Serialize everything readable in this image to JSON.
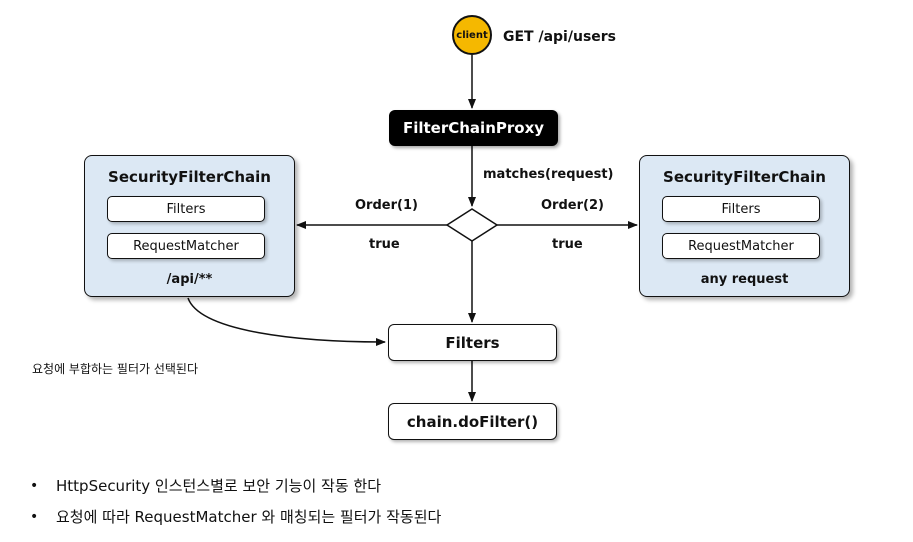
{
  "client": {
    "label": "client",
    "request": "GET /api/users"
  },
  "proxy": {
    "label": "FilterChainProxy"
  },
  "flow": {
    "matches": "matches(request)"
  },
  "left_branch": {
    "order": "Order(1)",
    "result": "true"
  },
  "right_branch": {
    "order": "Order(2)",
    "result": "true"
  },
  "left_chain": {
    "title": "SecurityFilterChain",
    "filters": "Filters",
    "matcher": "RequestMatcher",
    "pattern": "/api/**"
  },
  "right_chain": {
    "title": "SecurityFilterChain",
    "filters": "Filters",
    "matcher": "RequestMatcher",
    "pattern": "any request"
  },
  "selected_filters": {
    "label": "Filters"
  },
  "dofilter": {
    "label": "chain.doFilter()"
  },
  "note": "요청에 부합하는 필터가 선택된다",
  "bullets": [
    "HttpSecurity 인스턴스별로 보안 기능이 작동 한다",
    "요청에 따라 RequestMatcher 와 매칭되는 필터가 작동된다"
  ],
  "colors": {
    "client": "#f5b800",
    "proxy": "#000000",
    "chain_bg": "#dce8f4"
  }
}
